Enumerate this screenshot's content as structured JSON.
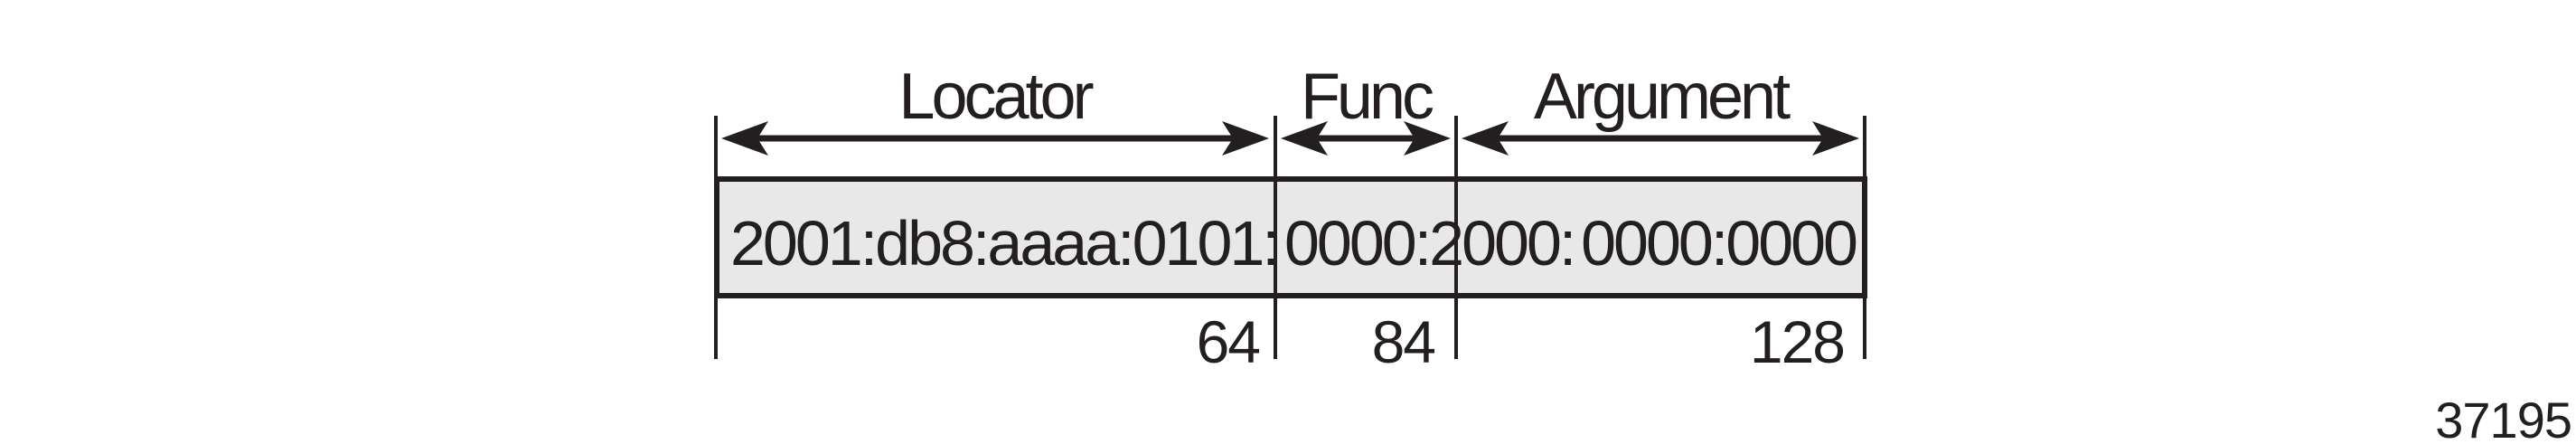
{
  "figure": {
    "type": "srv6-sid-field-structure-diagram",
    "caption_number": "37195",
    "address_display": "2001:db8:aaaa:0101: 0000:2000: 0000:0000",
    "colors": {
      "ink": "#231f20",
      "field_fill": "#e8e8e8",
      "background": "#ffffff"
    },
    "fields": [
      {
        "label": "Locator",
        "segment": "2001:db8:aaaa:0101:",
        "bit_boundary": "64"
      },
      {
        "label": "Func",
        "segment": "0000:2000:",
        "bit_boundary": "84"
      },
      {
        "label": "Argument",
        "segment": "0000:0000",
        "bit_boundary": "128"
      }
    ]
  }
}
